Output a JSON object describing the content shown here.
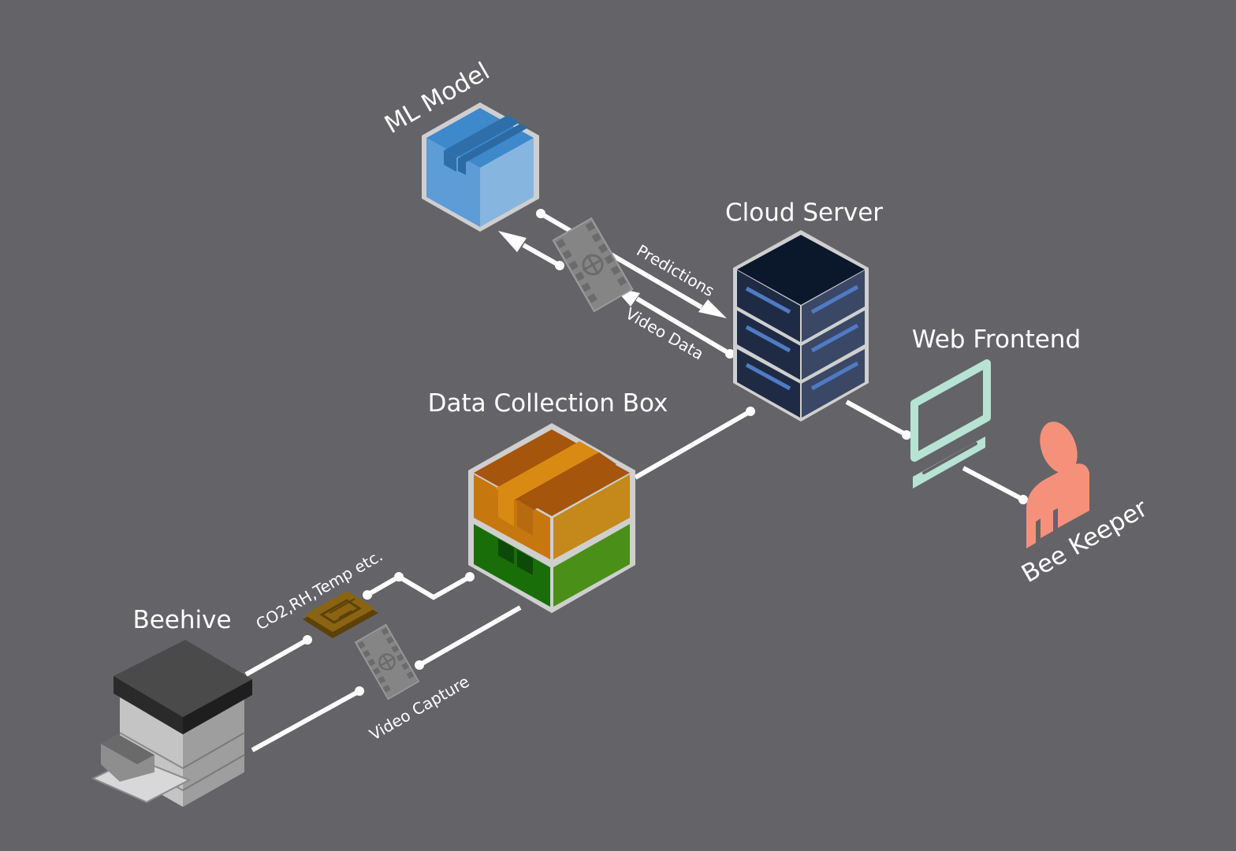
{
  "nodes": {
    "ml_model": {
      "label": "ML Model",
      "color": "#5a9bd6"
    },
    "cloud_server": {
      "label": "Cloud Server",
      "color": "#1b2640"
    },
    "web_frontend": {
      "label": "Web Frontend",
      "color": "#b7e3d3"
    },
    "bee_keeper": {
      "label": "Bee Keeper",
      "color": "#f5917b"
    },
    "data_collection_box": {
      "label": "Data Collection Box",
      "color": "#d4830f"
    },
    "beehive": {
      "label": "Beehive",
      "color": "#cfcfcf"
    }
  },
  "edges": {
    "predictions": "Predictions",
    "video_data": "Video Data",
    "sensors": "CO2,RH,Temp etc.",
    "video_capture": "Video Capture"
  },
  "colors": {
    "background": "#646368",
    "wire": "#ffffff",
    "sensor": "#8a6412",
    "box_green": "#3c8a12"
  },
  "icons": [
    "film-icon",
    "sensor-chip-icon",
    "monitor-icon",
    "person-icon",
    "server-icon",
    "box-icon",
    "beehive-icon"
  ]
}
